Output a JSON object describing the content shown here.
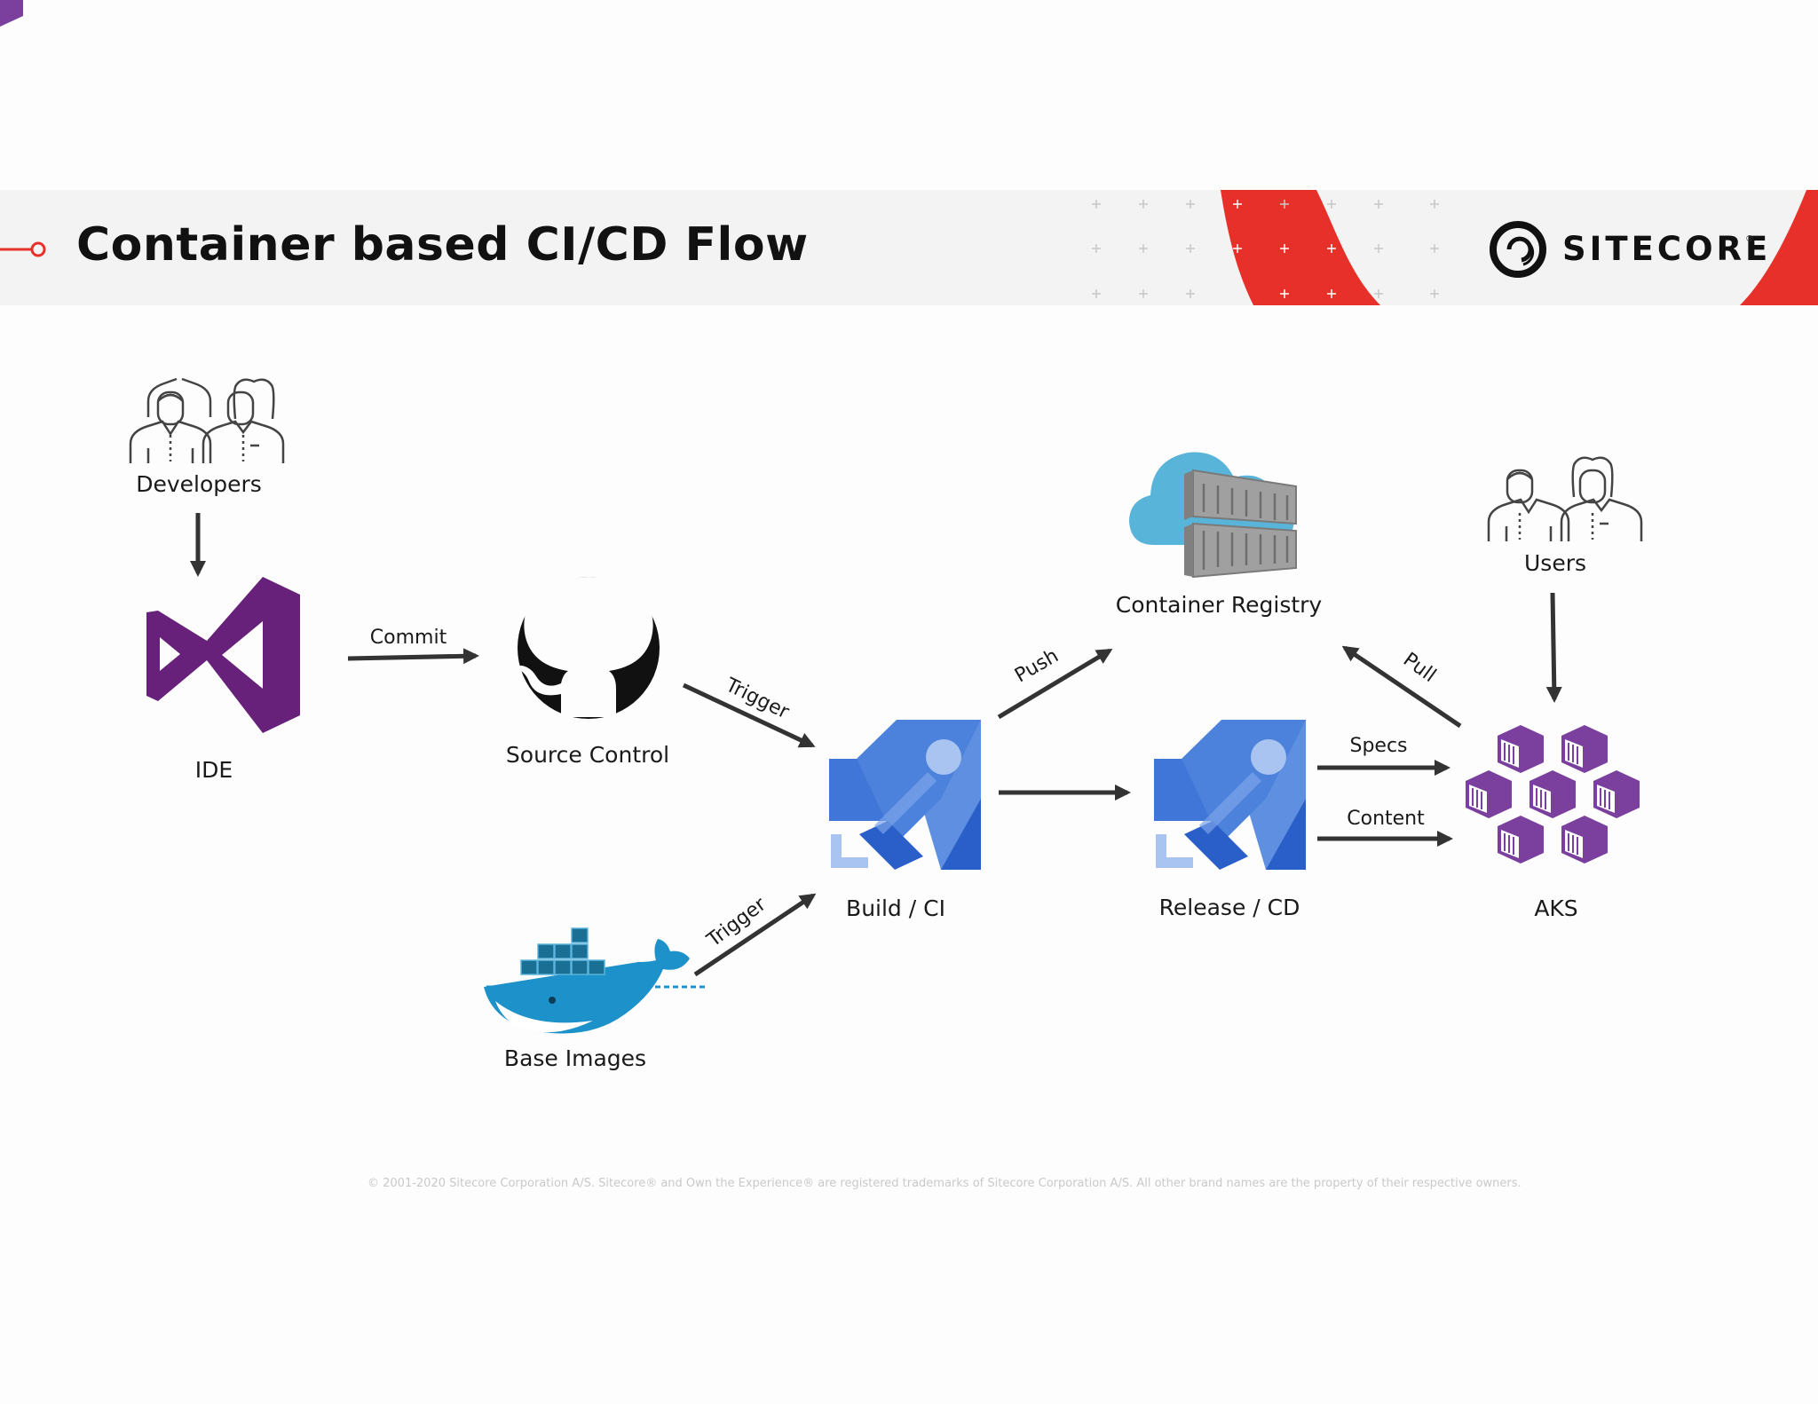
{
  "slide": {
    "title": "Container based CI/CD Flow",
    "brand": "SITECORE",
    "brand_mark": "®",
    "copyright": "© 2001-2020 Sitecore Corporation A/S. Sitecore® and Own the Experience® are registered trademarks of Sitecore Corporation A/S. All other brand names are the property of their respective owners."
  },
  "nodes": {
    "developers": "Developers",
    "ide": "IDE",
    "source_control": "Source Control",
    "base_images": "Base Images",
    "build": "Build / CI",
    "container_registry": "Container Registry",
    "release": "Release / CD",
    "users": "Users",
    "aks": "AKS"
  },
  "edges": {
    "commit": "Commit",
    "trigger_source": "Trigger",
    "trigger_base": "Trigger",
    "push": "Push",
    "pull": "Pull",
    "specs": "Specs",
    "content": "Content"
  },
  "colors": {
    "brand_red": "#e8302a",
    "visual_studio_purple": "#68217a",
    "azure_blue": "#3f76d8",
    "docker_blue": "#1d91c9",
    "kubernetes_purple": "#7b3f9e",
    "arrow": "#333333"
  },
  "icons": {
    "developers": "people-icon",
    "ide": "visual-studio-icon",
    "source_control": "github-icon",
    "base_images": "docker-icon",
    "build": "azure-pipelines-icon",
    "container_registry": "container-registry-icon",
    "release": "azure-pipelines-icon",
    "users": "people-icon",
    "aks": "kubernetes-cluster-icon"
  }
}
